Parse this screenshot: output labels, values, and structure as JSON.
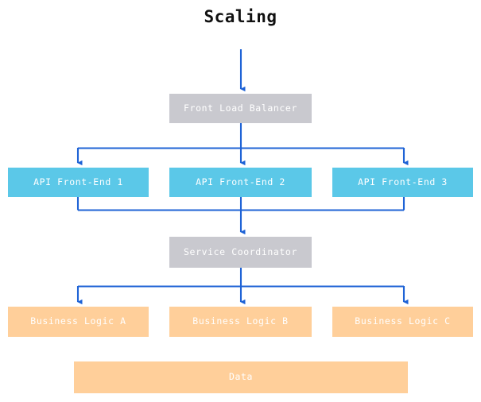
{
  "diagram": {
    "title": "Scaling",
    "type": "architecture-flow-diagram",
    "colors": {
      "background": "#ffffff",
      "title_text": "#111111",
      "connector": "#1f63d6",
      "tier_coordination": "#c9c9cf",
      "tier_frontend": "#5bc8e8",
      "tier_business": "#ffcf9a",
      "node_label_text": "#ffffff"
    },
    "tiers": [
      {
        "id": "entry",
        "style": "tier_coordination",
        "nodes": [
          {
            "id": "front-load-balancer",
            "label": "Front Load Balancer"
          }
        ]
      },
      {
        "id": "frontend",
        "style": "tier_frontend",
        "nodes": [
          {
            "id": "api-front-end-1",
            "label": "API Front-End 1"
          },
          {
            "id": "api-front-end-2",
            "label": "API Front-End 2"
          },
          {
            "id": "api-front-end-3",
            "label": "API Front-End 3"
          }
        ]
      },
      {
        "id": "coordination",
        "style": "tier_coordination",
        "nodes": [
          {
            "id": "service-coordinator",
            "label": "Service Coordinator"
          }
        ]
      },
      {
        "id": "business",
        "style": "tier_business",
        "nodes": [
          {
            "id": "business-logic-a",
            "label": "Business Logic A"
          },
          {
            "id": "business-logic-b",
            "label": "Business Logic B"
          },
          {
            "id": "business-logic-c",
            "label": "Business Logic C"
          }
        ]
      },
      {
        "id": "storage",
        "style": "tier_business",
        "nodes": [
          {
            "id": "data",
            "label": "Data"
          }
        ]
      }
    ],
    "edges": [
      {
        "from": "external-traffic",
        "to": "front-load-balancer",
        "kind": "arrow"
      },
      {
        "from": "front-load-balancer",
        "to": "api-front-end-1",
        "kind": "fan-out-arrow"
      },
      {
        "from": "front-load-balancer",
        "to": "api-front-end-2",
        "kind": "fan-out-arrow"
      },
      {
        "from": "front-load-balancer",
        "to": "api-front-end-3",
        "kind": "fan-out-arrow"
      },
      {
        "from": "api-front-end-1",
        "to": "service-coordinator",
        "kind": "fan-in-arrow"
      },
      {
        "from": "api-front-end-2",
        "to": "service-coordinator",
        "kind": "fan-in-arrow"
      },
      {
        "from": "api-front-end-3",
        "to": "service-coordinator",
        "kind": "fan-in-arrow"
      },
      {
        "from": "service-coordinator",
        "to": "business-logic-a",
        "kind": "fan-out-arrow"
      },
      {
        "from": "service-coordinator",
        "to": "business-logic-b",
        "kind": "fan-out-arrow"
      },
      {
        "from": "service-coordinator",
        "to": "business-logic-c",
        "kind": "fan-out-arrow"
      }
    ]
  }
}
